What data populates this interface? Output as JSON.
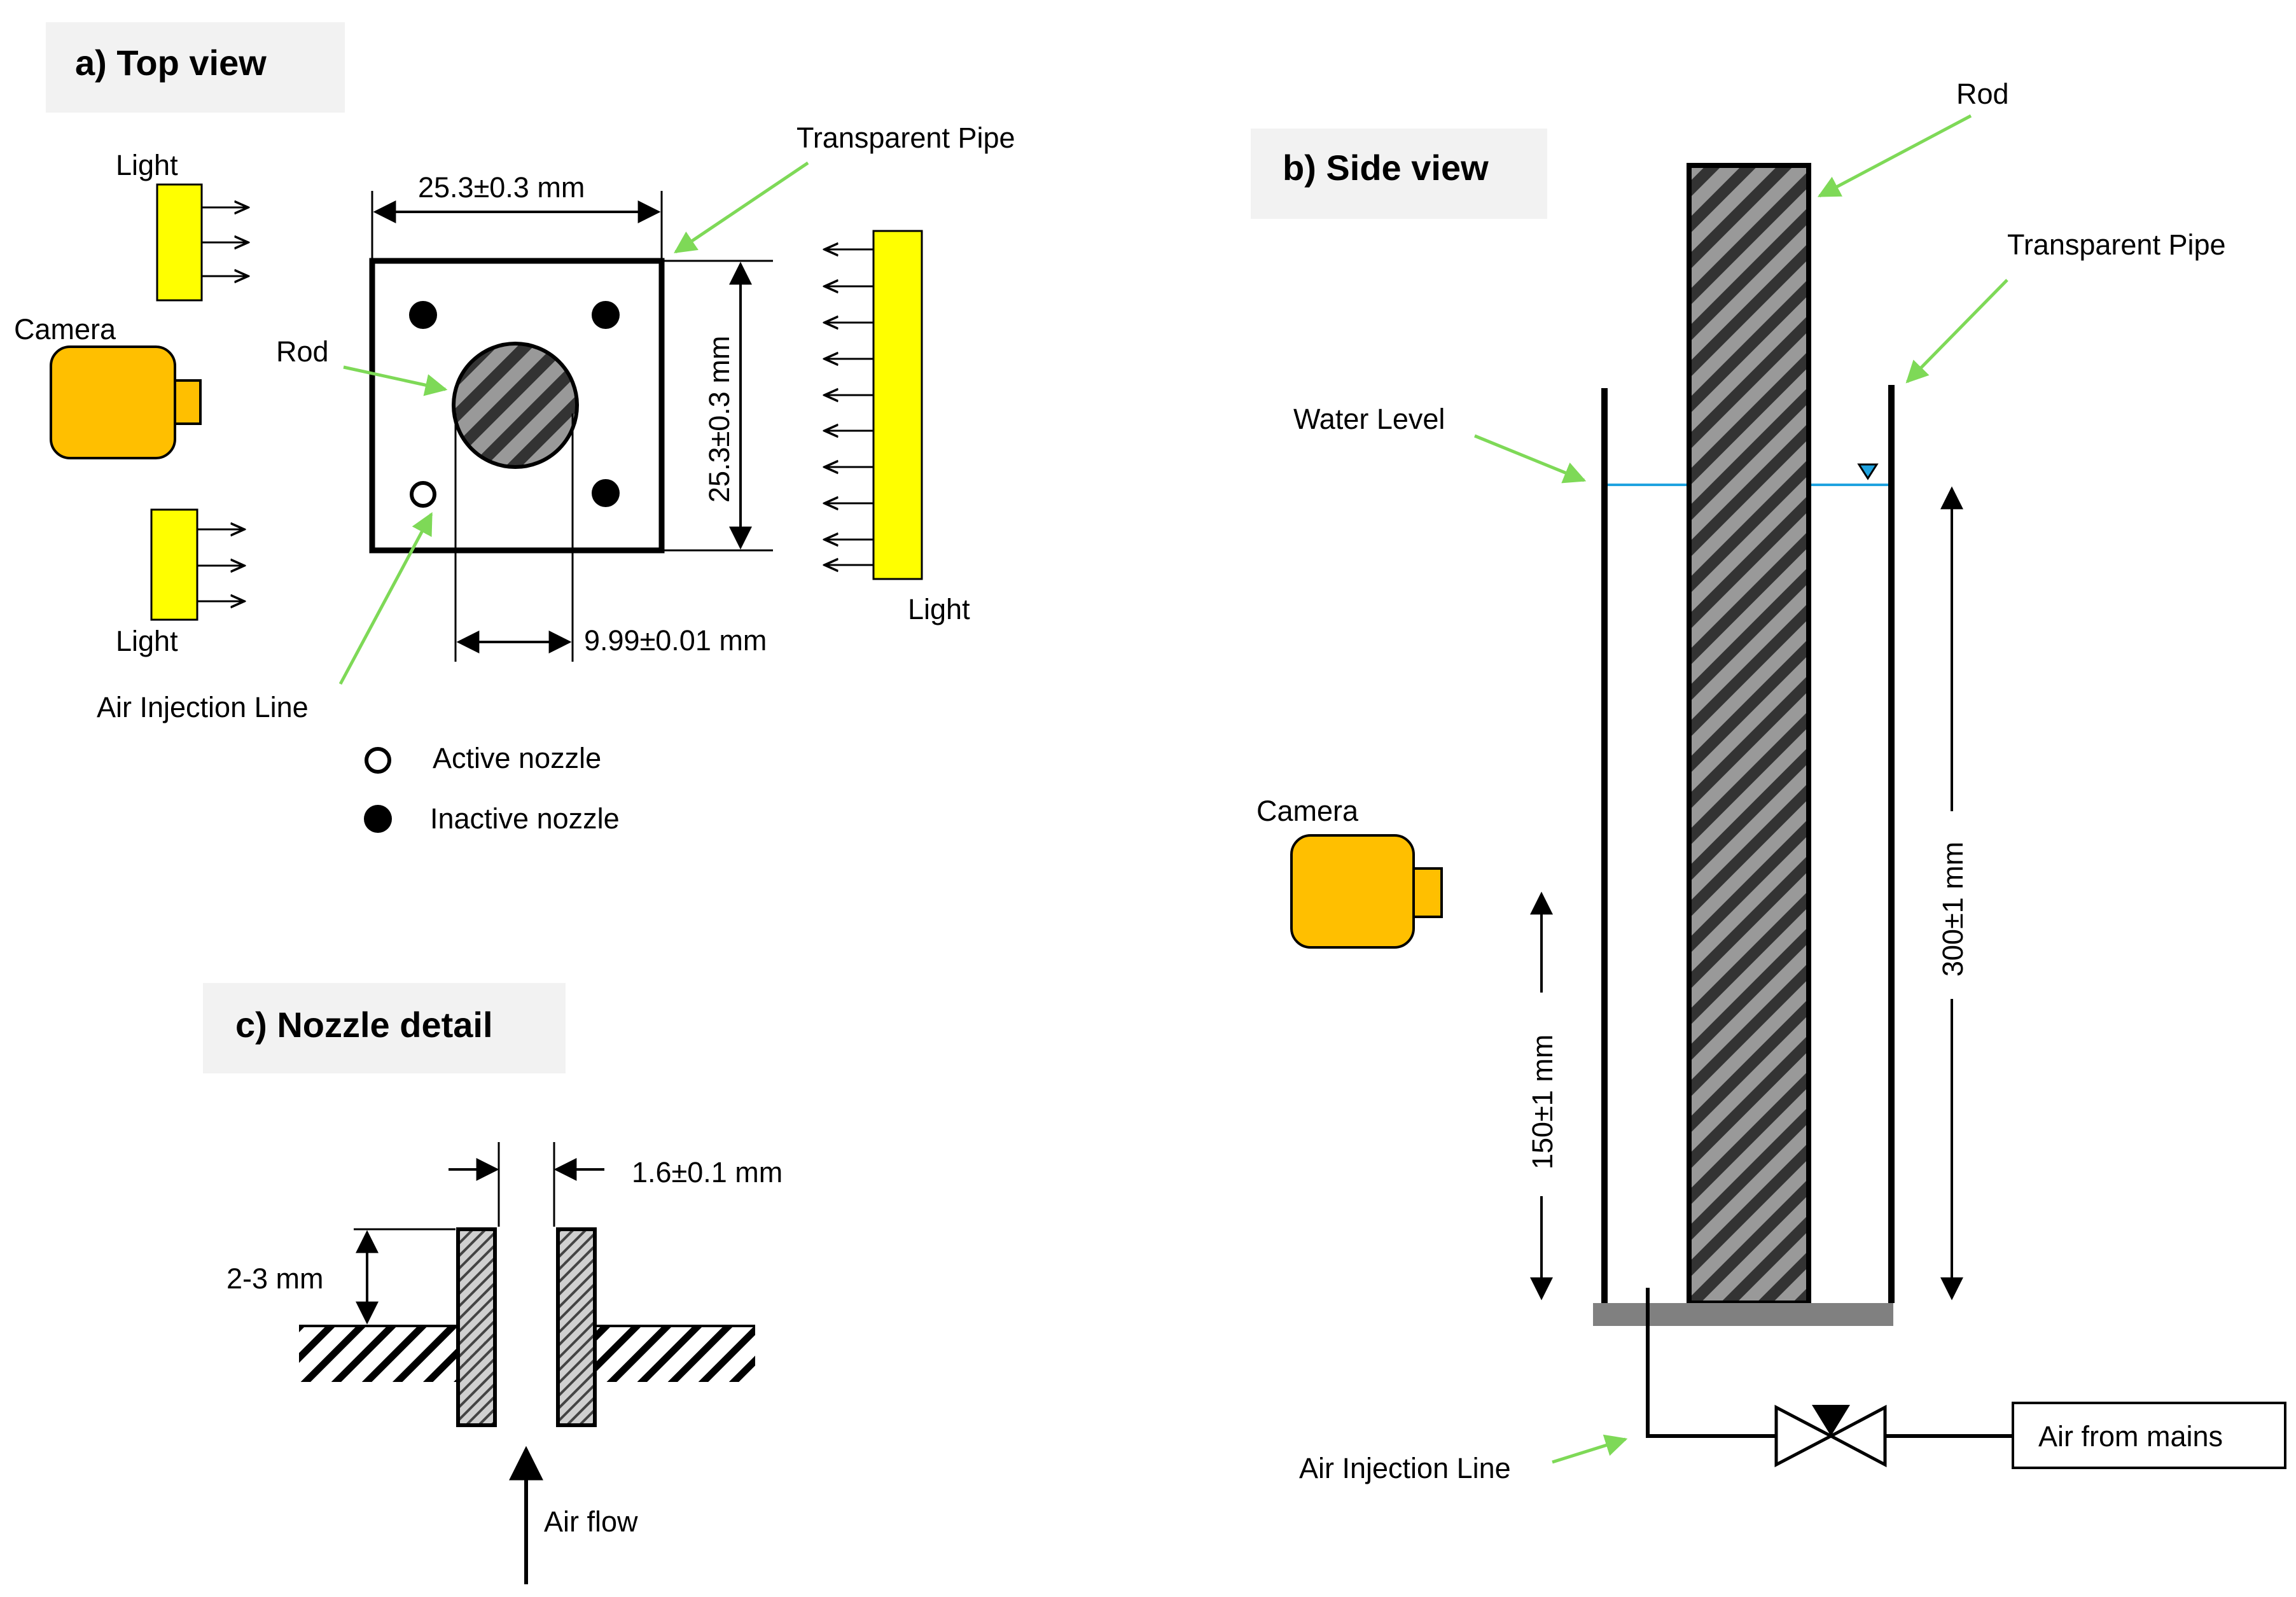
{
  "colors": {
    "light": "#ffff00",
    "camera": "#ffbf00",
    "pointer": "#7ed957",
    "water": "#1fa3e0",
    "title_bg": "#f2f2f2",
    "base": "#808080"
  },
  "panel_a": {
    "title": "a) Top view",
    "light_top": "Light",
    "light_bottom": "Light",
    "light_right": "Light",
    "camera": "Camera",
    "rod": "Rod",
    "transparent_pipe": "Transparent Pipe",
    "air_injection_line": "Air Injection Line",
    "dim_width": "25.3±0.3 mm",
    "dim_height": "25.3±0.3 mm",
    "dim_rod": "9.99±0.01 mm",
    "legend": {
      "active": "Active nozzle",
      "inactive": "Inactive nozzle"
    }
  },
  "panel_b": {
    "title": "b) Side view",
    "rod": "Rod",
    "transparent_pipe": "Transparent Pipe",
    "water_level": "Water Level",
    "camera": "Camera",
    "dim_water": "300±1 mm",
    "dim_camera": "150±1 mm",
    "air_injection_line": "Air Injection Line",
    "air_from_mains": "Air from mains"
  },
  "panel_c": {
    "title": "c) Nozzle detail",
    "dim_gap": "1.6±0.1 mm",
    "dim_height": "2-3 mm",
    "air_flow": "Air flow"
  }
}
